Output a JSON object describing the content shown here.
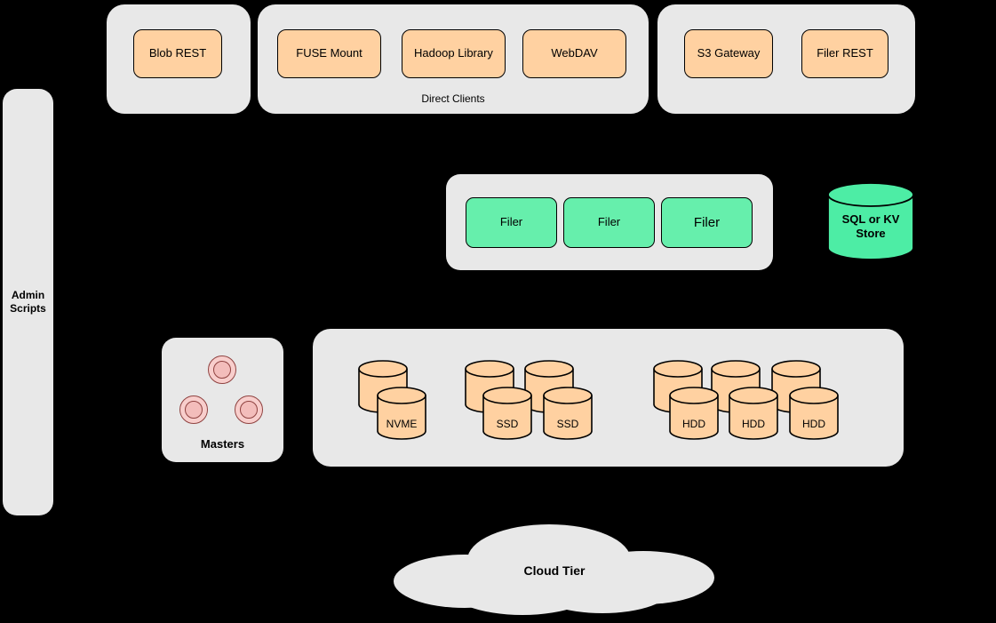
{
  "colors": {
    "background": "#000000",
    "panel": "#e8e8e8",
    "client_node": "#ffd1a1",
    "filer_node": "#66efac",
    "store_cylinder": "#4deda5",
    "master_node": "#f8cecc"
  },
  "top_row": {
    "blob_panel": {
      "buttons": [
        "Blob REST"
      ]
    },
    "direct_clients_panel": {
      "caption": "Direct Clients",
      "buttons": [
        "FUSE Mount",
        "Hadoop Library",
        "WebDAV"
      ]
    },
    "gateway_panel": {
      "buttons": [
        "S3 Gateway",
        "Filer REST"
      ]
    }
  },
  "admin_panel": {
    "label": "Admin Scripts"
  },
  "filer_panel": {
    "nodes": [
      "Filer",
      "Filer",
      "Filer"
    ]
  },
  "store": {
    "label": "SQL or KV Store"
  },
  "masters_panel": {
    "label": "Masters"
  },
  "volume_panel": {
    "nvme_labels": [
      "NVME"
    ],
    "ssd_labels": [
      "SSD",
      "SSD"
    ],
    "hdd_labels": [
      "HDD",
      "HDD",
      "HDD"
    ]
  },
  "cloud": {
    "label": "Cloud Tier"
  }
}
